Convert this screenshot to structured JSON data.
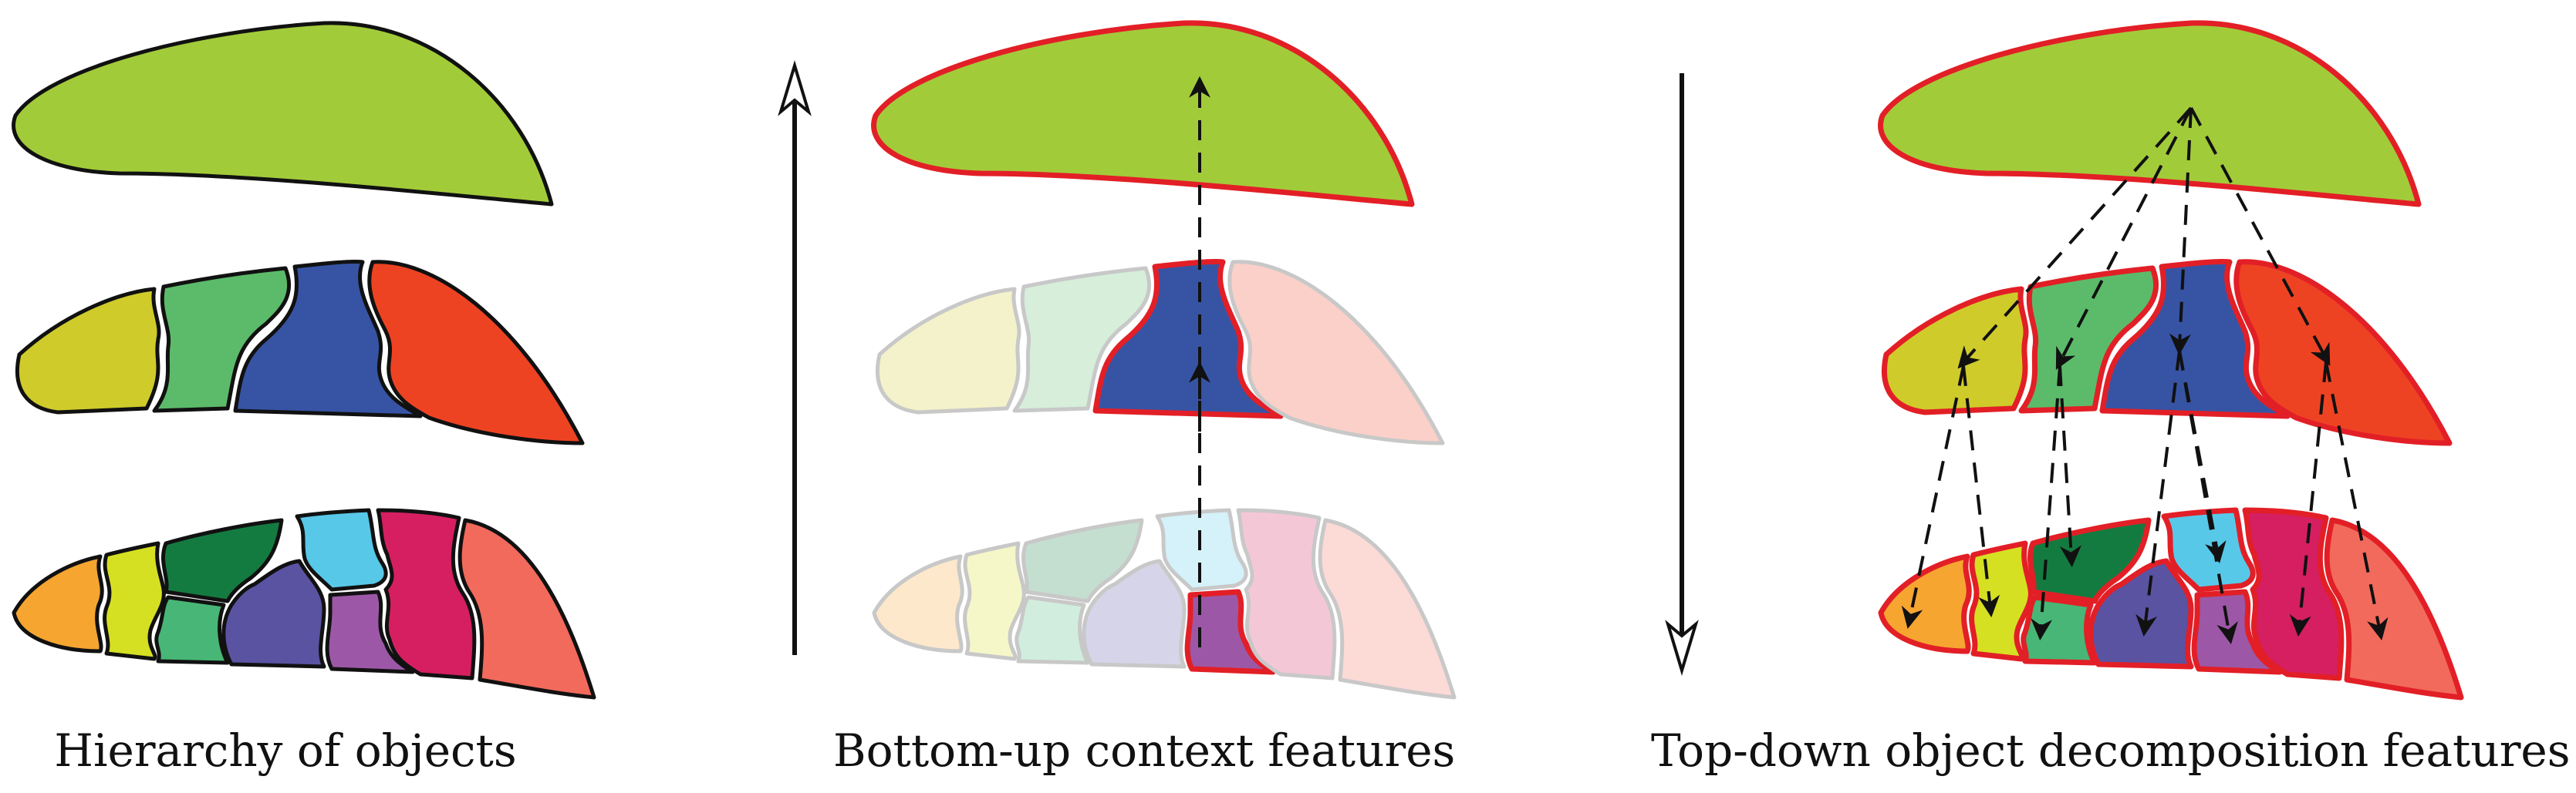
{
  "captions": {
    "left": "Hierarchy of objects",
    "middle": "Bottom-up context features",
    "right": "Top-down object decomposition features"
  },
  "colors": {
    "whole": "#a2cb3a",
    "part_yellow": "#cfcb2b",
    "part_green": "#5cbb6a",
    "part_blue": "#3754a4",
    "part_red": "#ee4323",
    "sub_orange": "#f6a531",
    "sub_lime": "#d6e022",
    "sub_darkgreen": "#147b40",
    "sub_mint": "#48b676",
    "sub_indigo": "#5a53a2",
    "sub_cyan": "#58c8e9",
    "sub_purple": "#9c58a6",
    "sub_crimson": "#d51f61",
    "sub_salmon": "#f26a5c",
    "highlight_outline": "#e21f26"
  },
  "arrows": {
    "bottom_up": "upward",
    "top_down": "downward"
  }
}
